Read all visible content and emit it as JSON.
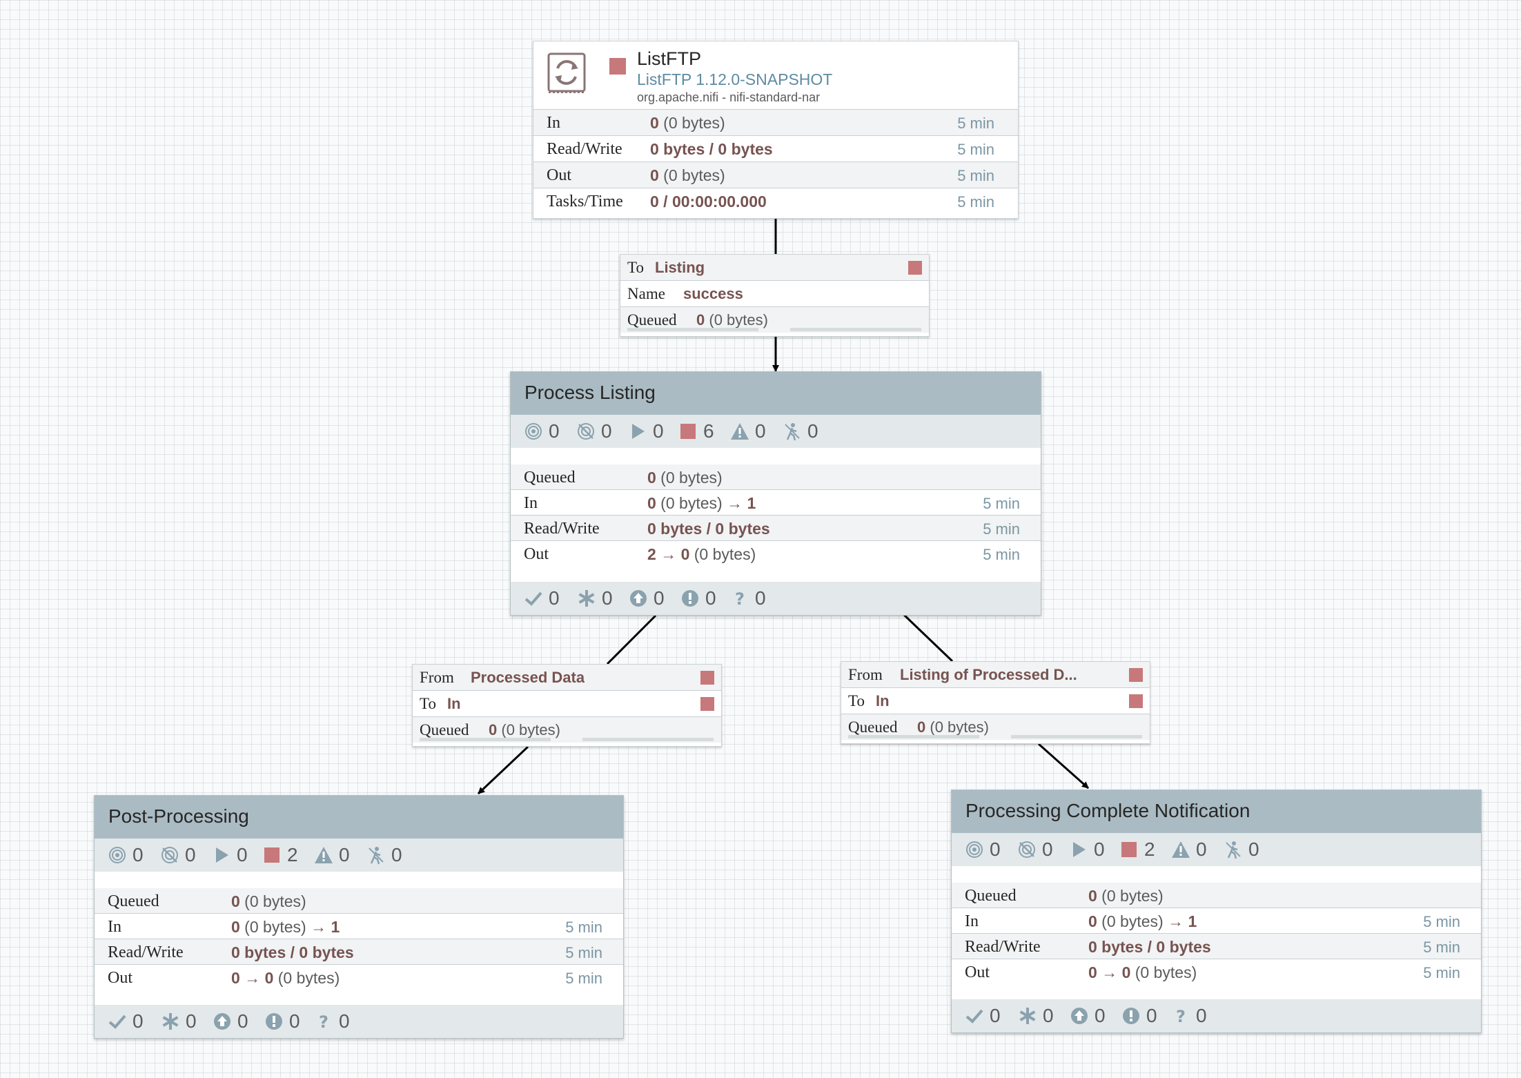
{
  "processor": {
    "name": "ListFTP",
    "type": "ListFTP 1.12.0-SNAPSHOT",
    "bundle": "org.apache.nifi - nifi-standard-nar",
    "icon": "processor-icon",
    "run_status_icon": "stopped-icon",
    "stats": [
      {
        "label": "In",
        "value_bold": "0",
        "value_rest": " (0 bytes)",
        "window": "5 min"
      },
      {
        "label": "Read/Write",
        "value_bold": "0 bytes / 0 bytes",
        "value_rest": "",
        "window": "5 min"
      },
      {
        "label": "Out",
        "value_bold": "0",
        "value_rest": " (0 bytes)",
        "window": "5 min"
      },
      {
        "label": "Tasks/Time",
        "value_bold": "0 / 00:00:00.000",
        "value_rest": "",
        "window": "5 min"
      }
    ]
  },
  "connections": {
    "listing": {
      "to_label": "To",
      "to_value": "Listing",
      "name_label": "Name",
      "name_value": "success",
      "queued_label": "Queued",
      "queued_bold": "0",
      "queued_rest": " (0 bytes)"
    },
    "processed": {
      "from_label": "From",
      "from_value": "Processed Data",
      "to_label": "To",
      "to_value": "In",
      "queued_label": "Queued",
      "queued_bold": "0",
      "queued_rest": " (0 bytes)"
    },
    "listing_processed": {
      "from_label": "From",
      "from_value": "Listing of Processed D...",
      "to_label": "To",
      "to_value": "In",
      "queued_label": "Queued",
      "queued_bold": "0",
      "queued_rest": " (0 bytes)"
    }
  },
  "groups": {
    "process_listing": {
      "title": "Process Listing",
      "counts": {
        "transmitting": "0",
        "not_transmitting": "0",
        "running": "0",
        "stopped": "6",
        "invalid": "0",
        "disabled": "0"
      },
      "stats": {
        "queued": {
          "label": "Queued",
          "bold": "0",
          "rest": " (0 bytes)"
        },
        "in": {
          "label": "In",
          "bold": "0",
          "rest": " (0 bytes) ",
          "arrow": "→",
          "bold2": "1",
          "window": "5 min"
        },
        "rw": {
          "label": "Read/Write",
          "bold": "0 bytes / 0 bytes",
          "window": "5 min"
        },
        "out": {
          "label": "Out",
          "bold": "2",
          "arrow": "→",
          "bold2": "0",
          "rest": " (0 bytes)",
          "window": "5 min"
        }
      },
      "versions": {
        "up_to_date": "0",
        "locally_modified": "0",
        "stale": "0",
        "stale_and_modified": "0",
        "sync_failure": "0"
      }
    },
    "post_processing": {
      "title": "Post-Processing",
      "counts": {
        "transmitting": "0",
        "not_transmitting": "0",
        "running": "0",
        "stopped": "2",
        "invalid": "0",
        "disabled": "0"
      },
      "stats": {
        "queued": {
          "label": "Queued",
          "bold": "0",
          "rest": " (0 bytes)"
        },
        "in": {
          "label": "In",
          "bold": "0",
          "rest": " (0 bytes) ",
          "arrow": "→",
          "bold2": "1",
          "window": "5 min"
        },
        "rw": {
          "label": "Read/Write",
          "bold": "0 bytes / 0 bytes",
          "window": "5 min"
        },
        "out": {
          "label": "Out",
          "bold": "0",
          "arrow": "→",
          "bold2": "0",
          "rest": " (0 bytes)",
          "window": "5 min"
        }
      },
      "versions": {
        "up_to_date": "0",
        "locally_modified": "0",
        "stale": "0",
        "stale_and_modified": "0",
        "sync_failure": "0"
      }
    },
    "notification": {
      "title": "Processing Complete Notification",
      "counts": {
        "transmitting": "0",
        "not_transmitting": "0",
        "running": "0",
        "stopped": "2",
        "invalid": "0",
        "disabled": "0"
      },
      "stats": {
        "queued": {
          "label": "Queued",
          "bold": "0",
          "rest": " (0 bytes)"
        },
        "in": {
          "label": "In",
          "bold": "0",
          "rest": " (0 bytes) ",
          "arrow": "→",
          "bold2": "1",
          "window": "5 min"
        },
        "rw": {
          "label": "Read/Write",
          "bold": "0 bytes / 0 bytes",
          "window": "5 min"
        },
        "out": {
          "label": "Out",
          "bold": "0",
          "arrow": "→",
          "bold2": "0",
          "rest": " (0 bytes)",
          "window": "5 min"
        }
      },
      "versions": {
        "up_to_date": "0",
        "locally_modified": "0",
        "stale": "0",
        "stale_and_modified": "0",
        "sync_failure": "0"
      }
    }
  },
  "colors": {
    "stopped": "#c7787a",
    "group_header": "#aabbc3",
    "value": "#775351",
    "window": "#7b96a4"
  }
}
